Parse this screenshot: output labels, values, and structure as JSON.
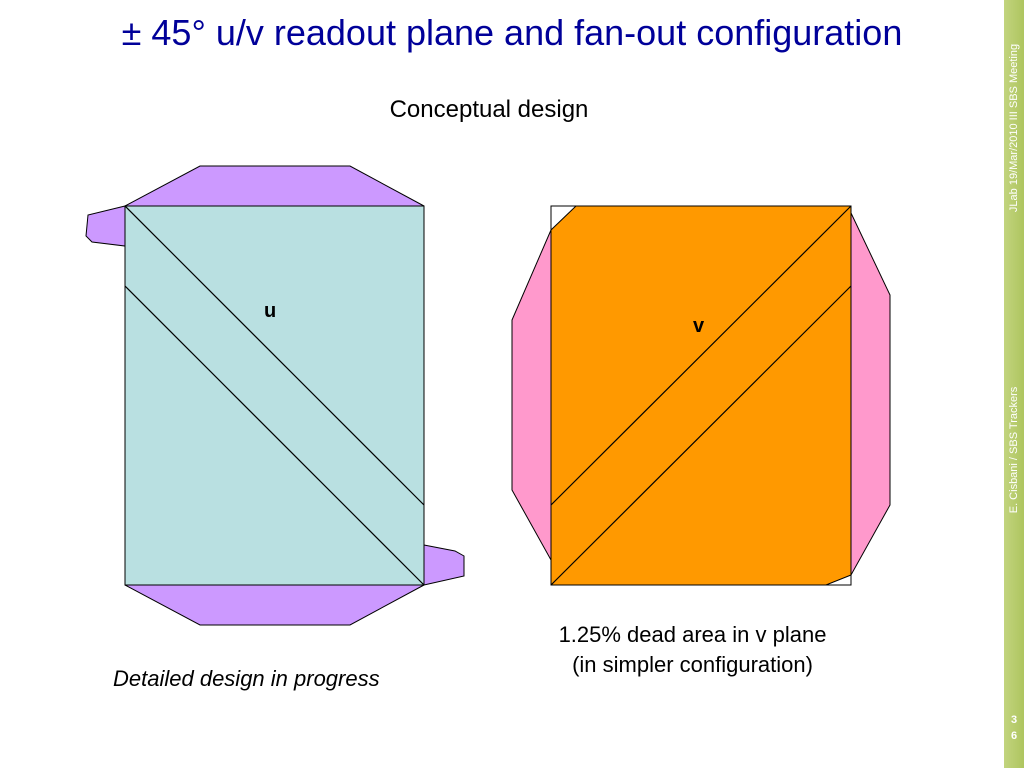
{
  "slide": {
    "title": "± 45° u/v readout plane and fan-out configuration",
    "subtitle": "Conceptual design",
    "u_label": "u",
    "v_label": "v",
    "note_left": "Detailed design in progress",
    "note_right_line1": "1.25% dead area in v plane",
    "note_right_line2": "(in simpler configuration)",
    "side_text_top": "JLab 19/Mar/2010 III SBS Meeting",
    "side_text_bottom": "E. Cisbani / SBS Trackers",
    "page_digit1": "3",
    "page_digit2": "6"
  },
  "colors": {
    "title": "#000099",
    "u_plane": "#b9e0e1",
    "u_fanout": "#cc99ff",
    "v_plane": "#ff9900",
    "v_fanout": "#ff99cc",
    "sidebar": "#b8cc6e"
  }
}
